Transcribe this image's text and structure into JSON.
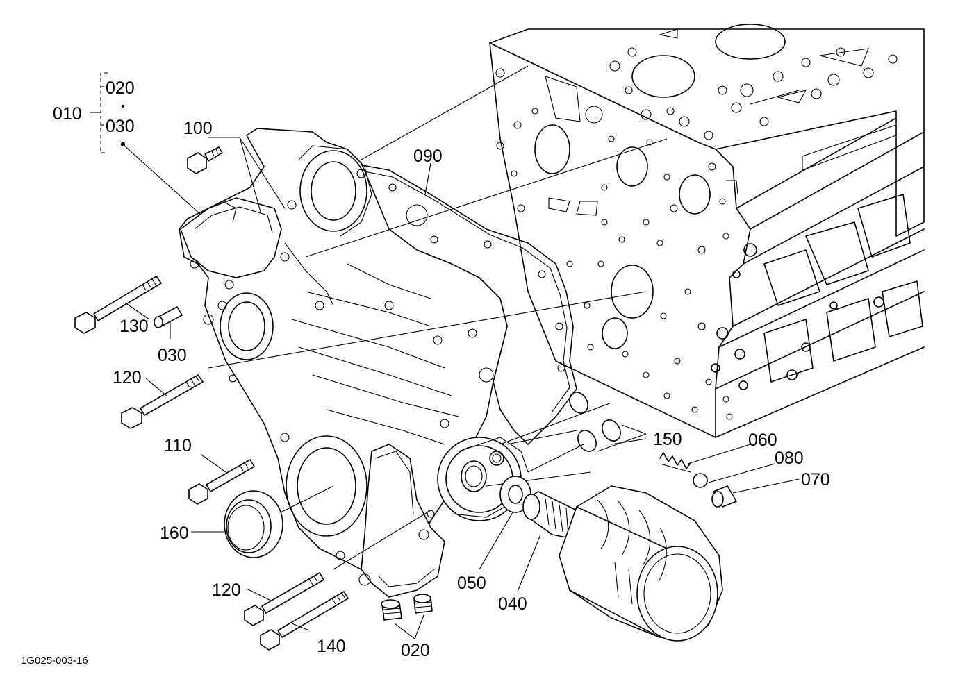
{
  "callouts": {
    "c010": "010",
    "c020_top": "020",
    "c030_top": "030",
    "c100": "100",
    "c090": "090",
    "c130": "130",
    "c030": "030",
    "c120_upper": "120",
    "c110": "110",
    "c160": "160",
    "c150": "150",
    "c060": "060",
    "c080": "080",
    "c070": "070",
    "c050": "050",
    "c040": "040",
    "c120_lower": "120",
    "c140": "140",
    "c020_bottom": "020"
  },
  "document_id": "1G025-003-16"
}
